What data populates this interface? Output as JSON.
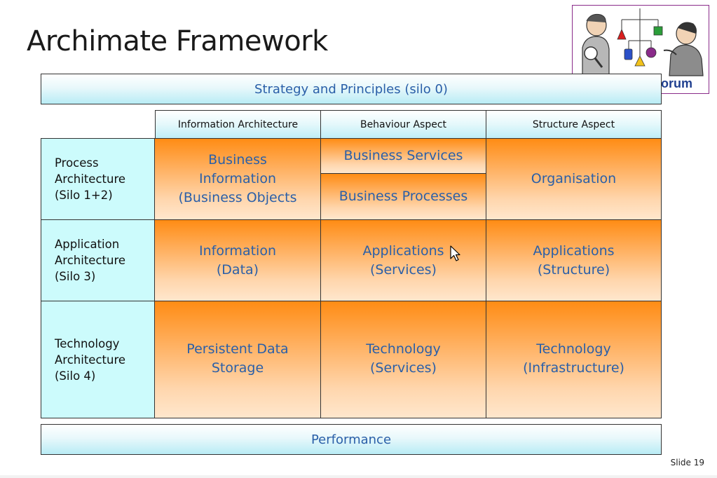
{
  "slide": {
    "title": "Archimate Framework",
    "slide_number": "Slide 19"
  },
  "logo": {
    "text": "ArchiMate Forum"
  },
  "framework": {
    "top_band": "Strategy and Principles (silo 0)",
    "bottom_band": "Performance",
    "columns": [
      "Information Architecture",
      "Behaviour Aspect",
      "Structure Aspect"
    ],
    "rows": [
      {
        "label": "Process\nArchitecture\n(Silo 1+2)",
        "information": "Business\nInformation\n(Business Objects",
        "behaviour_top": "Business Services",
        "behaviour_bottom": "Business Processes",
        "structure": "Organisation"
      },
      {
        "label": "Application\nArchitecture\n(Silo 3)",
        "information": "Information\n(Data)",
        "behaviour": "Applications\n(Services)",
        "structure": "Applications\n(Structure)"
      },
      {
        "label": "Technology\nArchitecture\n(Silo 4)",
        "information": "Persistent Data\nStorage",
        "behaviour": "Technology\n(Services)",
        "structure": "Technology\n(Infrastructure)"
      }
    ]
  },
  "colors": {
    "accent_text": "#2a5fa8",
    "cell_orange": "#ff8c14",
    "row_header": "#ccfbfc",
    "band_cyan": "#b9ecf5",
    "logo_border": "#8a2b8a"
  },
  "icons": {
    "cursor": "mouse-pointer-icon",
    "logo_art": "thinkers-with-mobile-illustration"
  }
}
